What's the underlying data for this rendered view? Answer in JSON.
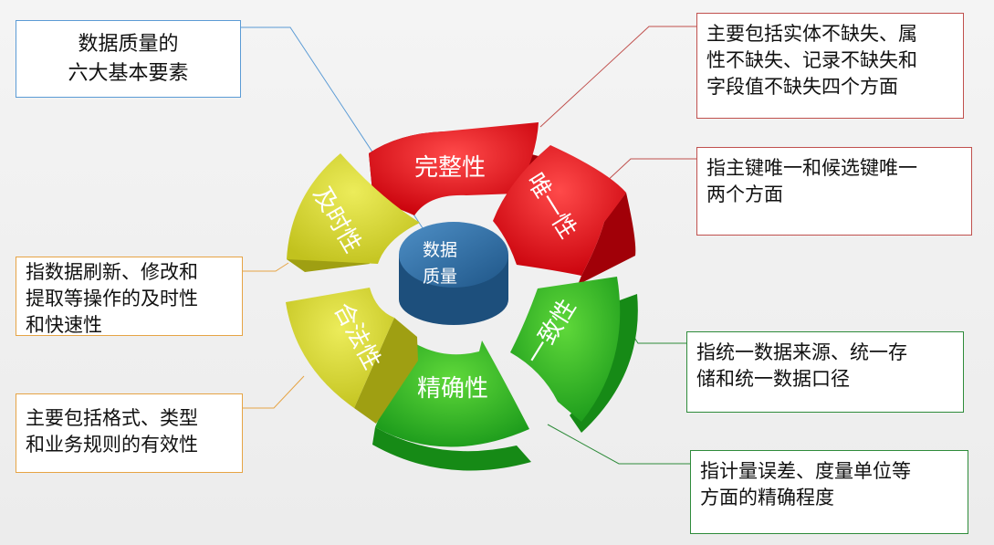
{
  "title": {
    "line1": "数据质量的",
    "line2": "六大基本要素"
  },
  "center": {
    "line1": "数据",
    "line2": "质量"
  },
  "colors": {
    "red": "#e0141c",
    "green": "#2bb326",
    "yellow": "#cfcf2a",
    "center": "#2f6fa8"
  },
  "segments": {
    "completeness": "完整性",
    "uniqueness": "唯一性",
    "consistency": "一致性",
    "precision": "精确性",
    "validity": "合法性",
    "timeliness": "及时性"
  },
  "notes": {
    "completeness": {
      "line1": "主要包括实体不缺失、属",
      "line2": "性不缺失、记录不缺失和",
      "line3": "字段值不缺失四个方面"
    },
    "uniqueness": {
      "line1": "指主键唯一和候选键唯一",
      "line2": "两个方面"
    },
    "consistency": {
      "line1": "指统一数据来源、统一存",
      "line2": "储和统一数据口径"
    },
    "precision": {
      "line1": "指计量误差、度量单位等",
      "line2": "方面的精确程度"
    },
    "timeliness": {
      "line1": "指数据刷新、修改和",
      "line2": "提取等操作的及时性",
      "line3": "和快速性"
    },
    "validity": {
      "line1": "主要包括格式、类型",
      "line2": "和业务规则的有效性"
    }
  }
}
